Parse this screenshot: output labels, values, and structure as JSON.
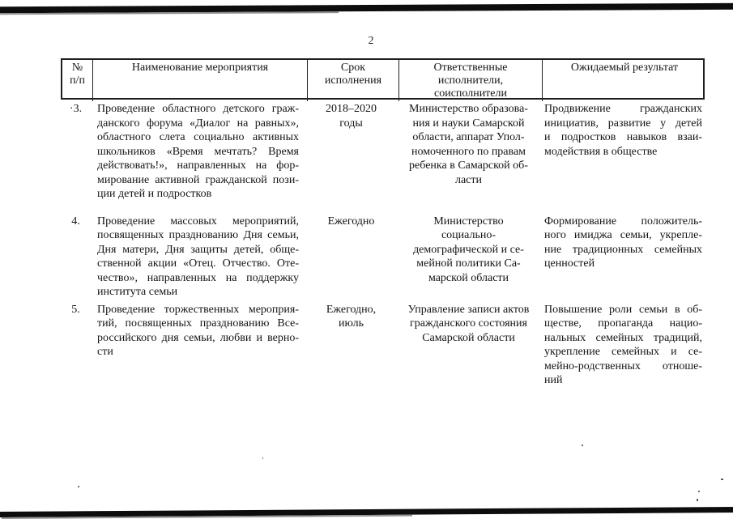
{
  "page_number": "2",
  "table": {
    "headers": [
      [
        "№",
        "п/п"
      ],
      [
        "Наименование мероприятия"
      ],
      [
        "Срок",
        "исполнения"
      ],
      [
        "Ответственные",
        "исполнители,",
        "соисполнители"
      ],
      [
        "Ожидаемый результат"
      ]
    ],
    "rows": [
      {
        "num": "·3.",
        "name_lines": [
          "Проведение областного детского граж-",
          "данского форума «Диалог на равных»,",
          "областного слета социально активных",
          "школьников «Время мечтать? Время",
          "действовать!», направленных на фор-",
          "мирование активной гражданской пози-",
          "ции детей и подростков"
        ],
        "term_lines": [
          "2018–2020",
          "годы"
        ],
        "resp_lines": [
          "Министерство образова-",
          "ния и науки Самарской",
          "области, аппарат Упол-",
          "номоченного по правам",
          "ребенка в Самарской об-",
          "ласти"
        ],
        "result_lines": [
          "Продвижение гражданских",
          "инициатив, развитие у детей",
          "и подростков навыков взаи-",
          "модействия в обществе"
        ]
      },
      {
        "num": "4.",
        "name_lines": [
          "Проведение массовых мероприятий,",
          "посвященных празднованию Дня семьи,",
          "Дня матери, Дня защиты детей, обще-",
          "ственной акции «Отец. Отчество. Оте-",
          "чество», направленных на поддержку",
          "института семьи"
        ],
        "term_lines": [
          "Ежегодно"
        ],
        "resp_lines": [
          "Министерство",
          "социально-",
          "демографической и се-",
          "мейной политики Са-",
          "марской области"
        ],
        "result_lines": [
          "Формирование положитель-",
          "ного имиджа семьи, укрепле-",
          "ние традиционных семейных",
          "ценностей"
        ]
      },
      {
        "num": "5.",
        "name_lines": [
          "Проведение торжественных мероприя-",
          "тий, посвященных празднованию Все-",
          "российского дня семьи, любви и верно-",
          "сти"
        ],
        "term_lines": [
          "Ежегодно,",
          "июль"
        ],
        "resp_lines": [
          "Управление записи актов",
          "гражданского состояния",
          "Самарской области"
        ],
        "result_lines": [
          "Повышение роли семьи в об-",
          "ществе, пропаганда нацио-",
          "нальных семейных традиций,",
          "укрепление семейных и се-",
          "мейно-родственных отноше-",
          "ний"
        ]
      }
    ]
  }
}
